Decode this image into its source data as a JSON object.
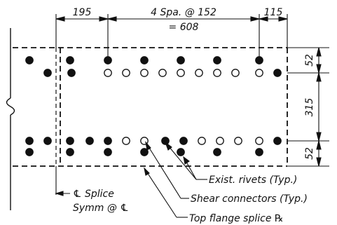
{
  "dimensions_top": {
    "left": "195",
    "middle_line1": "4 Spa. @ 152",
    "middle_line2": "= 608",
    "right": "115"
  },
  "dimensions_right": {
    "top": "52",
    "middle": "315",
    "bottom": "52"
  },
  "labels": {
    "splice_line1": "℄ Splice",
    "splice_line2": "Symm @ ℄",
    "exist_rivets": "Exist. rivets (Typ.)",
    "shear_connectors": "Shear connectors (Typ.)",
    "top_flange_splice": "Top flange splice ℞"
  },
  "colors": {
    "ink": "#111111",
    "background": "#ffffff"
  }
}
